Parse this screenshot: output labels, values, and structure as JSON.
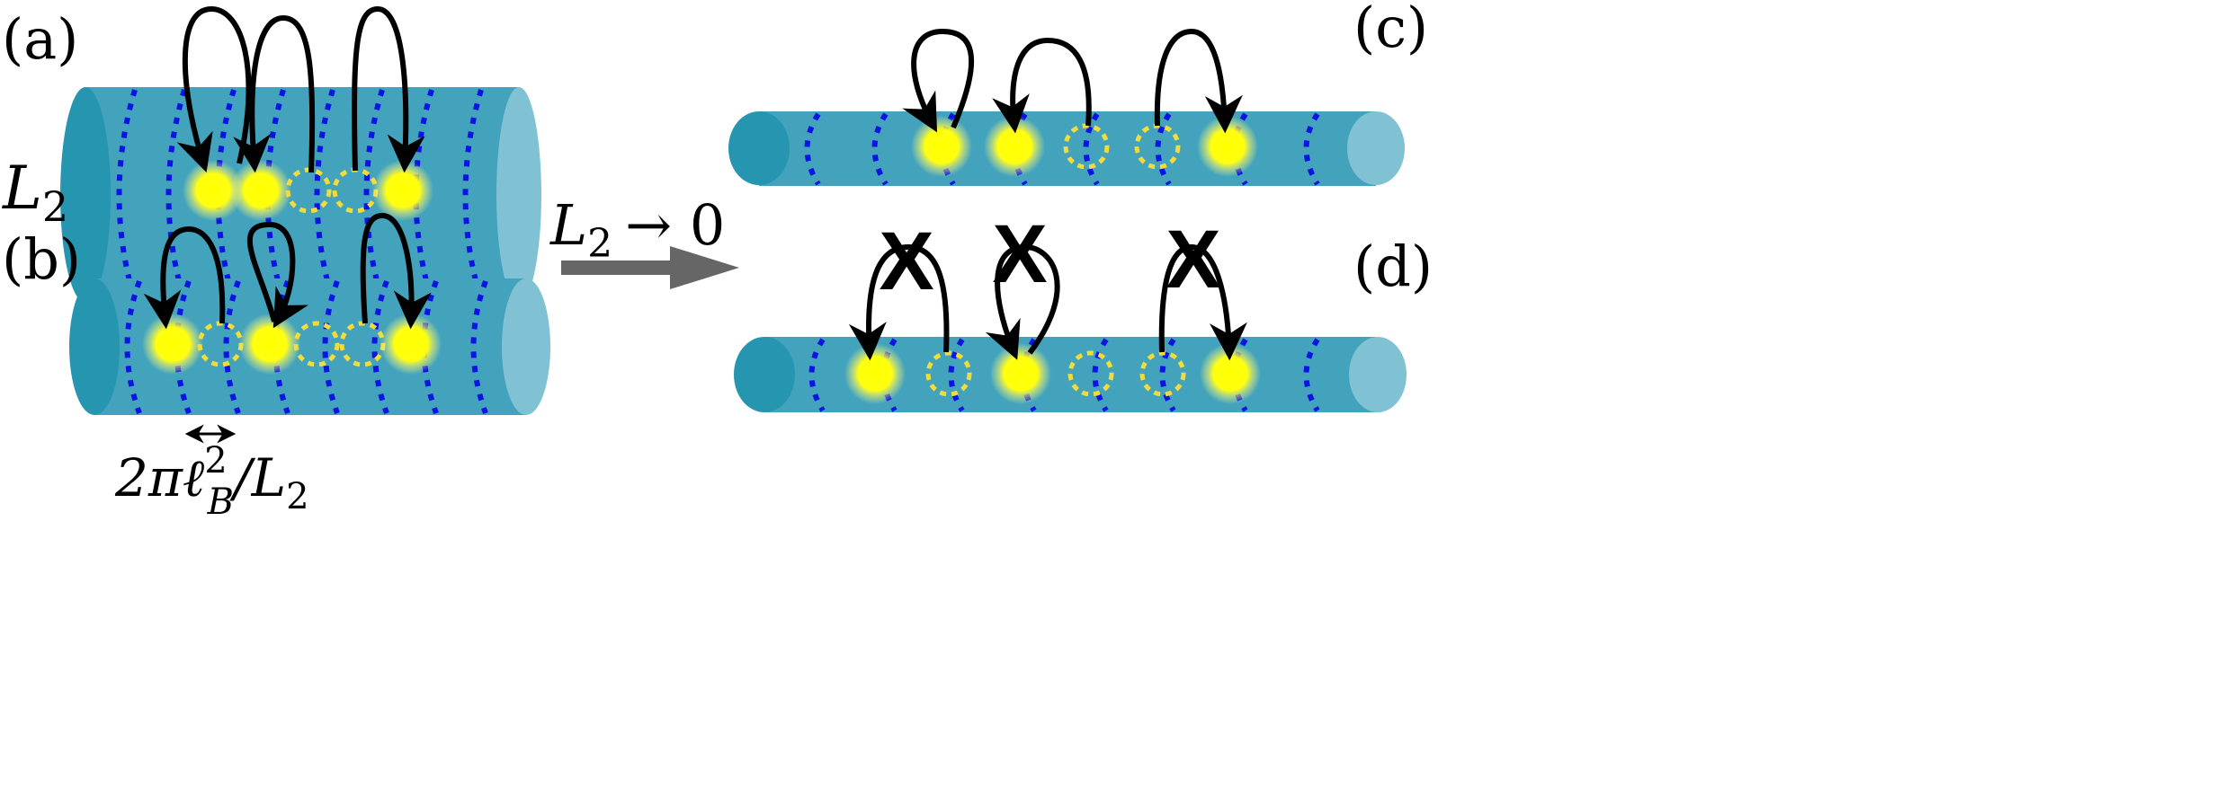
{
  "panels": {
    "a": {
      "label": "(a)"
    },
    "b": {
      "label": "(b)"
    },
    "c": {
      "label": "(c)"
    },
    "d": {
      "label": "(d)"
    }
  },
  "symbols": {
    "circumference": "L",
    "circumference_sub": "2",
    "limit_arrow_lhs": "L",
    "limit_arrow_sub": "2",
    "limit_arrow_rhs": "→ 0",
    "spacing_prefix": "2πℓ",
    "spacing_sup": "2",
    "spacing_sub": "B",
    "spacing_suffix": "/L",
    "spacing_suffix_sub": "2",
    "forbidden_mark": "X"
  },
  "colors": {
    "cylinder_body": "#43a3bd",
    "cylinder_left_cap": "#2595b0",
    "cylinder_right_cap": "#80c2d3",
    "orbital_line": "#0b14e0",
    "particle_glow": "#ffff00",
    "hole_ring": "#f2dc3a",
    "hop_arrow": "#000000",
    "limit_arrow": "#666666"
  }
}
